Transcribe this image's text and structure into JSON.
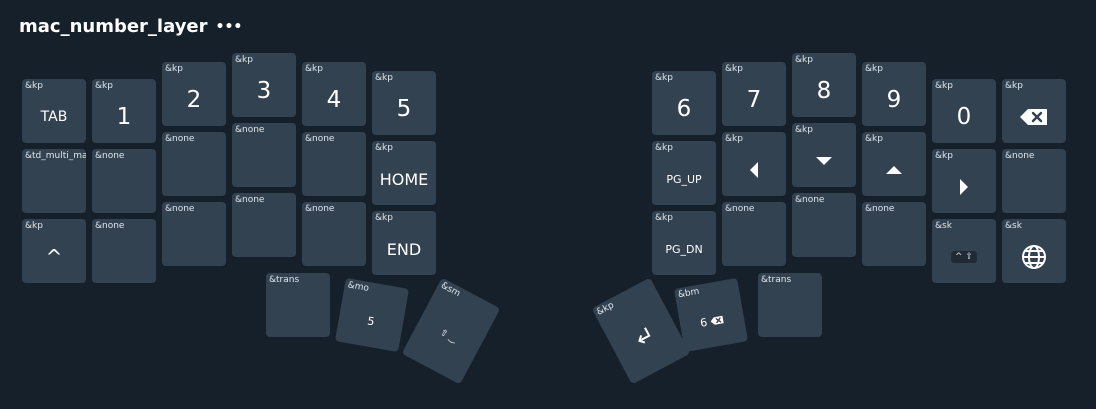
{
  "layer": {
    "name": "mac_number_layer",
    "menu_icon": "ellipsis-icon"
  },
  "keys": {
    "l_r1_0": {
      "binding": "&kp",
      "param": "TAB"
    },
    "l_r1_1": {
      "binding": "&kp",
      "param": "1"
    },
    "l_r1_2": {
      "binding": "&kp",
      "param": "2"
    },
    "l_r1_3": {
      "binding": "&kp",
      "param": "3"
    },
    "l_r1_4": {
      "binding": "&kp",
      "param": "4"
    },
    "l_r1_5": {
      "binding": "&kp",
      "param": "5"
    },
    "l_r2_0": {
      "binding": "&td_multi_ma",
      "param": ""
    },
    "l_r2_1": {
      "binding": "&none",
      "param": ""
    },
    "l_r2_2": {
      "binding": "&none",
      "param": ""
    },
    "l_r2_3": {
      "binding": "&none",
      "param": ""
    },
    "l_r2_4": {
      "binding": "&none",
      "param": ""
    },
    "l_r2_5": {
      "binding": "&kp",
      "param": "HOME"
    },
    "l_r3_0": {
      "binding": "&kp",
      "param": "^"
    },
    "l_r3_1": {
      "binding": "&none",
      "param": ""
    },
    "l_r3_2": {
      "binding": "&none",
      "param": ""
    },
    "l_r3_3": {
      "binding": "&none",
      "param": ""
    },
    "l_r3_4": {
      "binding": "&none",
      "param": ""
    },
    "l_r3_5": {
      "binding": "&kp",
      "param": "END"
    },
    "l_t_0": {
      "binding": "&trans",
      "param": ""
    },
    "l_t_1": {
      "binding": "&mo",
      "param": "5"
    },
    "l_t_2": {
      "binding": "&sm",
      "param": "⇧ ‿"
    },
    "r_r1_0": {
      "binding": "&kp",
      "param": "6"
    },
    "r_r1_1": {
      "binding": "&kp",
      "param": "7"
    },
    "r_r1_2": {
      "binding": "&kp",
      "param": "8"
    },
    "r_r1_3": {
      "binding": "&kp",
      "param": "9"
    },
    "r_r1_4": {
      "binding": "&kp",
      "param": "0"
    },
    "r_r1_5": {
      "binding": "&kp",
      "param": "backspace-icon"
    },
    "r_r2_0": {
      "binding": "&kp",
      "param": "PG_UP"
    },
    "r_r2_1": {
      "binding": "&kp",
      "param": "arrow-left-icon"
    },
    "r_r2_2": {
      "binding": "&kp",
      "param": "arrow-down-icon"
    },
    "r_r2_3": {
      "binding": "&kp",
      "param": "arrow-up-icon"
    },
    "r_r2_4": {
      "binding": "&kp",
      "param": "arrow-right-icon"
    },
    "r_r2_5": {
      "binding": "&none",
      "param": ""
    },
    "r_r3_0": {
      "binding": "&kp",
      "param": "PG_DN"
    },
    "r_r3_1": {
      "binding": "&none",
      "param": ""
    },
    "r_r3_2": {
      "binding": "&none",
      "param": ""
    },
    "r_r3_3": {
      "binding": "&none",
      "param": ""
    },
    "r_r3_4": {
      "binding": "&sk",
      "param": "^ ⇧"
    },
    "r_r3_5": {
      "binding": "&sk",
      "param": "globe-icon"
    },
    "r_t_0": {
      "binding": "&kp",
      "param": "return-icon"
    },
    "r_t_1": {
      "binding": "&bm",
      "param": "6"
    },
    "r_t_2": {
      "binding": "&trans",
      "param": ""
    }
  },
  "colors": {
    "background": "#16202a",
    "key": "#334250",
    "text": "#ffffff"
  }
}
